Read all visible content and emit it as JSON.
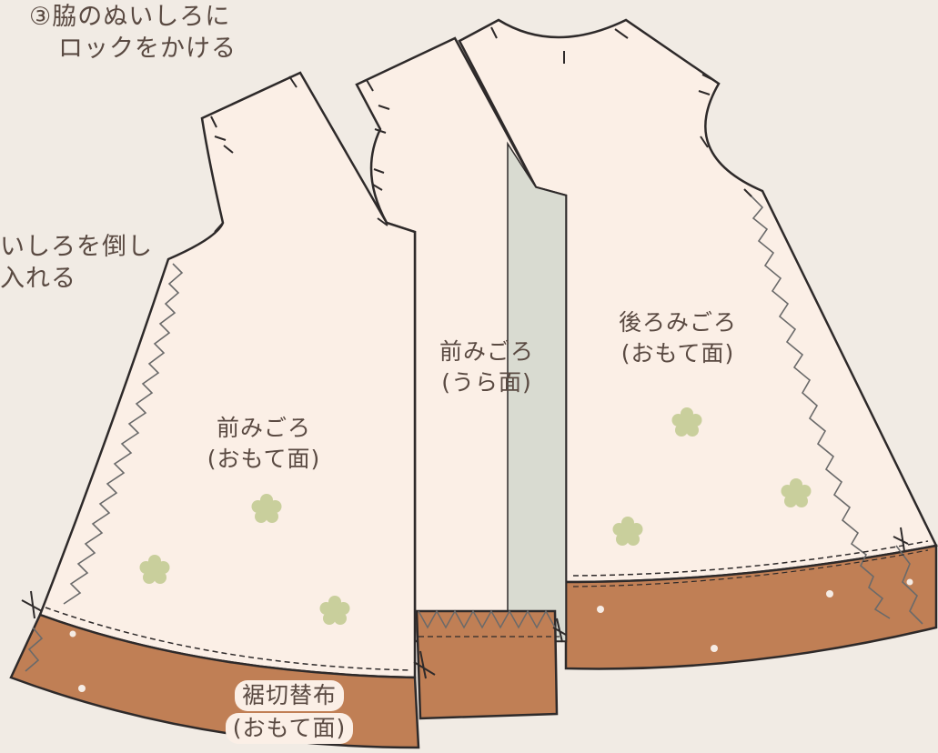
{
  "step_title": {
    "line1": "③脇のぬいしろに",
    "line2": "ロックをかける"
  },
  "side_note": {
    "line1": "いしろを倒し",
    "line2": "入れる"
  },
  "pieces": {
    "front_outer": {
      "name": "前みごろ",
      "side": "(おもて面)"
    },
    "front_inner": {
      "name": "前みごろ",
      "side": "(うら面)"
    },
    "back_outer": {
      "name": "後ろみごろ",
      "side": "(おもて面)"
    },
    "hem_band": {
      "name": "裾切替布",
      "side": "(おもて面)"
    }
  },
  "colors": {
    "background": "#f1ebe4",
    "fabric": "#fbefe6",
    "hem_fabric": "#c07f55",
    "facing": "#d9dbd1",
    "outline": "#2e2a2a",
    "flower": "#c9cf9c"
  }
}
